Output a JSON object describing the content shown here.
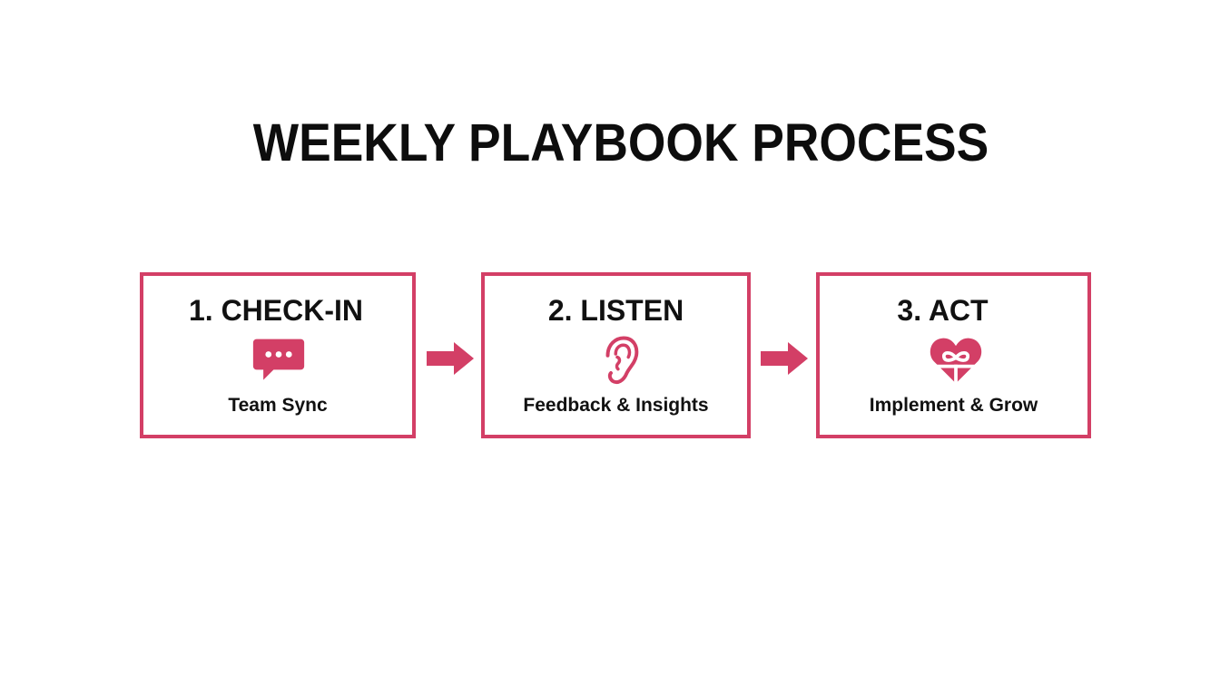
{
  "title": "WEEKLY PLAYBOOK PROCESS",
  "colors": {
    "accent": "#d33f66",
    "text": "#111111",
    "background": "#ffffff"
  },
  "steps": [
    {
      "heading": "1. CHECK-IN",
      "icon": "chat-bubble-icon",
      "caption": "Team Sync"
    },
    {
      "heading": "2. LISTEN",
      "icon": "ear-icon",
      "caption": "Feedback & Insights"
    },
    {
      "heading": "3. ACT",
      "icon": "heart-gift-icon",
      "caption": "Implement & Grow"
    }
  ],
  "connectors": [
    {
      "icon": "arrow-right-icon",
      "from": 1,
      "to": 2
    },
    {
      "icon": "arrow-right-icon",
      "from": 2,
      "to": 3
    }
  ]
}
